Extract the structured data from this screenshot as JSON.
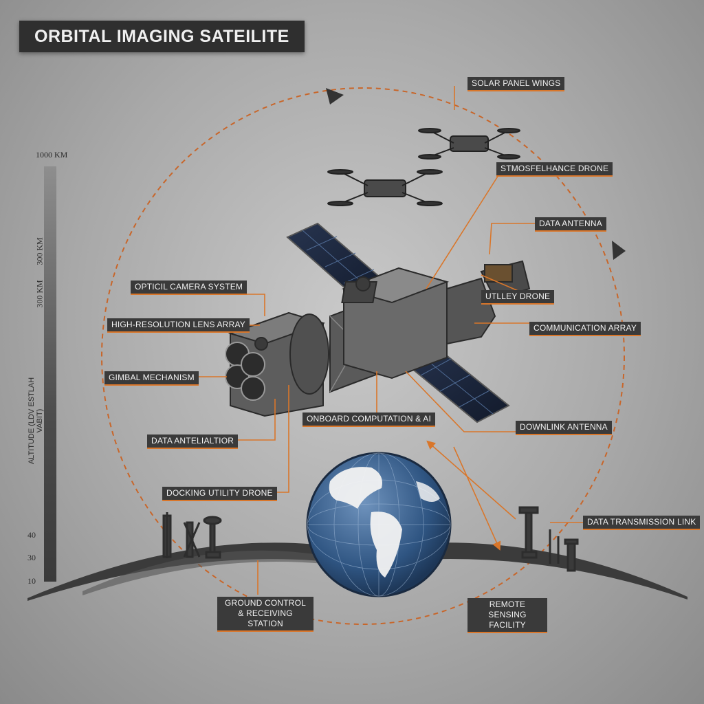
{
  "title": "ORBITAL IMAGING SATEILITE",
  "colors": {
    "accent": "#d9762a",
    "label_bg": "#3a3a3a",
    "title_bg": "#2f2f2f"
  },
  "altitude": {
    "axis_label": "ALTITUDE (LDV ESTLAH VABIT)",
    "ticks": [
      "1000 KM",
      "300 KM",
      "300 KM",
      "40",
      "30",
      "10"
    ]
  },
  "labels": {
    "solar_panel_wings": "SOLAR PANEL WINGS",
    "surveillance_drone": "STMOSFELHANCE DRONE",
    "data_antenna_top": "DATA ANTENNA",
    "optical_camera": "OPTICIL CAMERA SYSTEM",
    "lens_array": "HIGH-RESOLUTION LENS ARRAY",
    "utility_drone": "UTLLEY DRONE",
    "communication_array": "COMMUNICATION ARRAY",
    "gimbal": "GIMBAL MECHANISM",
    "computation": "ONBOARD COMPUTATION & AI",
    "downlink": "DOWNLINK ANTENNA",
    "data_antenna_left": "DATA ANTELIALTIOR",
    "docking_drone": "DOCKING UTILITY DRONE",
    "data_link": "DATA TRANSMISSION LINK",
    "ground_control": "GROUND CONTROL & RECEIVING STATION",
    "remote_sensing": "REMOTE SENSING FACILITY"
  }
}
